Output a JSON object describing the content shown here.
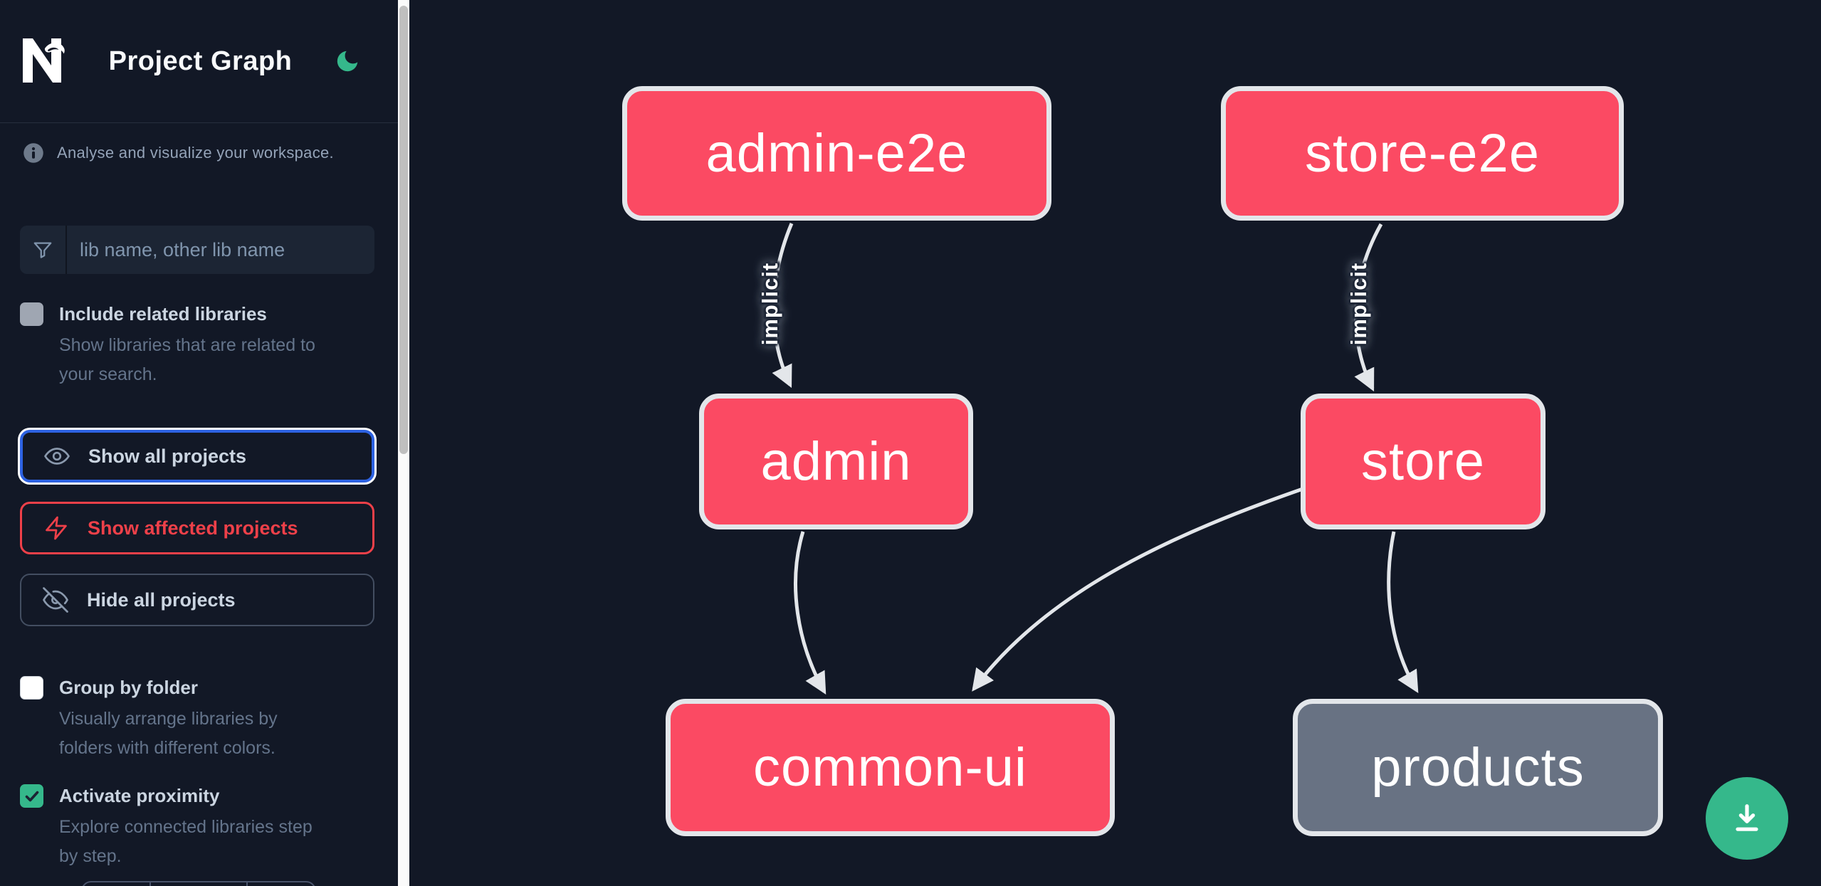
{
  "header": {
    "title": "Project Graph",
    "logo_icon": "nx-logo",
    "theme_icon": "moon-icon"
  },
  "sidebar": {
    "info_text": "Analyse and visualize your workspace.",
    "info_icon": "info-icon",
    "search": {
      "placeholder": "lib name, other lib name",
      "icon": "funnel-icon",
      "value": ""
    },
    "actions": [
      {
        "label": "Show all projects",
        "icon": "eye-icon",
        "state": "focused"
      },
      {
        "label": "Show affected projects",
        "icon": "bolt-icon",
        "state": "affected"
      },
      {
        "label": "Hide all projects",
        "icon": "eye-off-icon",
        "state": "default"
      }
    ],
    "toggles": [
      {
        "label": "Include related libraries",
        "description": "Show libraries that are related to\nyour search.",
        "checked": false
      },
      {
        "label": "Group by folder",
        "description": "Visually arrange libraries by\nfolders with different colors.",
        "checked": false
      },
      {
        "label": "Activate proximity",
        "description": "Explore connected libraries step\nby step.",
        "checked": true
      }
    ]
  },
  "graph": {
    "nodes": [
      {
        "id": "admin-e2e",
        "label": "admin-e2e",
        "state": "focused"
      },
      {
        "id": "store-e2e",
        "label": "store-e2e",
        "state": "focused"
      },
      {
        "id": "admin",
        "label": "admin",
        "state": "focused"
      },
      {
        "id": "store",
        "label": "store",
        "state": "focused"
      },
      {
        "id": "common-ui",
        "label": "common-ui",
        "state": "focused"
      },
      {
        "id": "products",
        "label": "products",
        "state": "unfocused"
      }
    ],
    "edges": [
      {
        "from": "admin-e2e",
        "to": "admin",
        "label": "implicit"
      },
      {
        "from": "store-e2e",
        "to": "store",
        "label": "implicit"
      },
      {
        "from": "admin",
        "to": "common-ui",
        "label": ""
      },
      {
        "from": "store",
        "to": "common-ui",
        "label": ""
      },
      {
        "from": "store",
        "to": "products",
        "label": ""
      }
    ],
    "download_icon": "download-icon"
  },
  "colors": {
    "background": "#121826",
    "node_focused": "#fb4a63",
    "node_unfocused": "#687283",
    "node_border": "#e3e6ea",
    "edge": "#e3e6ea",
    "accent_green": "#35b88b",
    "focus_blue": "#2d62e2",
    "affected_red": "#ee4049",
    "muted_text": "#64748b",
    "label_text": "#cbd5e1"
  }
}
